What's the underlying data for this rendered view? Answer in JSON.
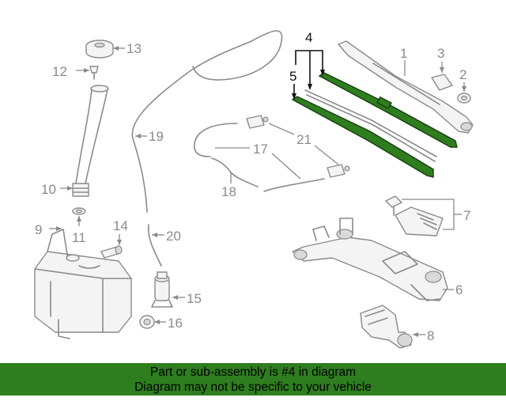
{
  "callouts": {
    "c1": "1",
    "c2": "2",
    "c3": "3",
    "c4": "4",
    "c5": "5",
    "c6": "6",
    "c7": "7",
    "c8": "8",
    "c9": "9",
    "c10": "10",
    "c11": "11",
    "c12": "12",
    "c13": "13",
    "c14": "14",
    "c15": "15",
    "c16": "16",
    "c17": "17",
    "c18": "18",
    "c19": "19",
    "c20": "20",
    "c21": "21"
  },
  "highlight_color": "#2e7d1f",
  "footer": {
    "line1": "Part or sub-assembly is #4 in diagram",
    "line2": "Diagram may not be specific to your vehicle"
  }
}
